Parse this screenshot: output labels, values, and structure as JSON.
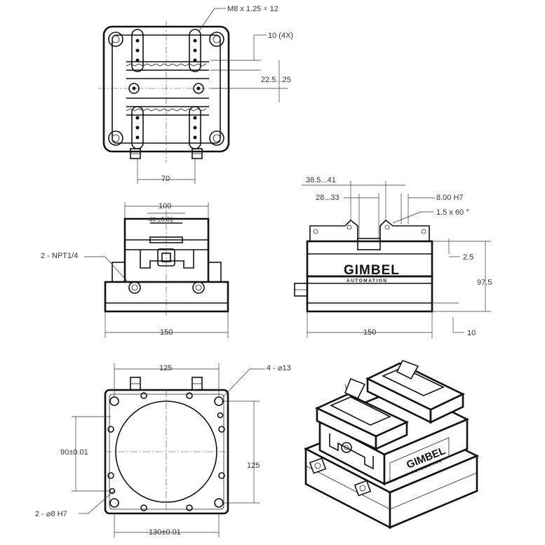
{
  "dimensions": {
    "thread_callout": "M8 x 1.25 ⩡ 12",
    "slot_width_4x": "10 (4X)",
    "slot_offset": "22.5...25",
    "top_bolt_spacing": "70",
    "front_width_top": "100",
    "front_jaw_label": "40 ±0.01",
    "npt_callout": "2 - NPT1/4",
    "front_base_width": "150",
    "side_jaw_range_outer": "38.5...41",
    "side_jaw_range_inner": "28...33",
    "side_slot": "8.00 H7",
    "chamfer": "1.5 x 60 °",
    "side_step": "2.5",
    "side_height": "97.5",
    "side_base": "10",
    "side_base_width": "150",
    "bottom_hole_spacing": "125",
    "bottom_hole_callout": "4 - ⌀13",
    "bottom_pin_spacing": "90±0.01",
    "bottom_height": "125",
    "bottom_pin_callout": "2 - ⌀8 H7",
    "bottom_width": "130±0.01"
  },
  "brand": {
    "name": "GIMBEL",
    "tagline": "AUTOMATION"
  }
}
